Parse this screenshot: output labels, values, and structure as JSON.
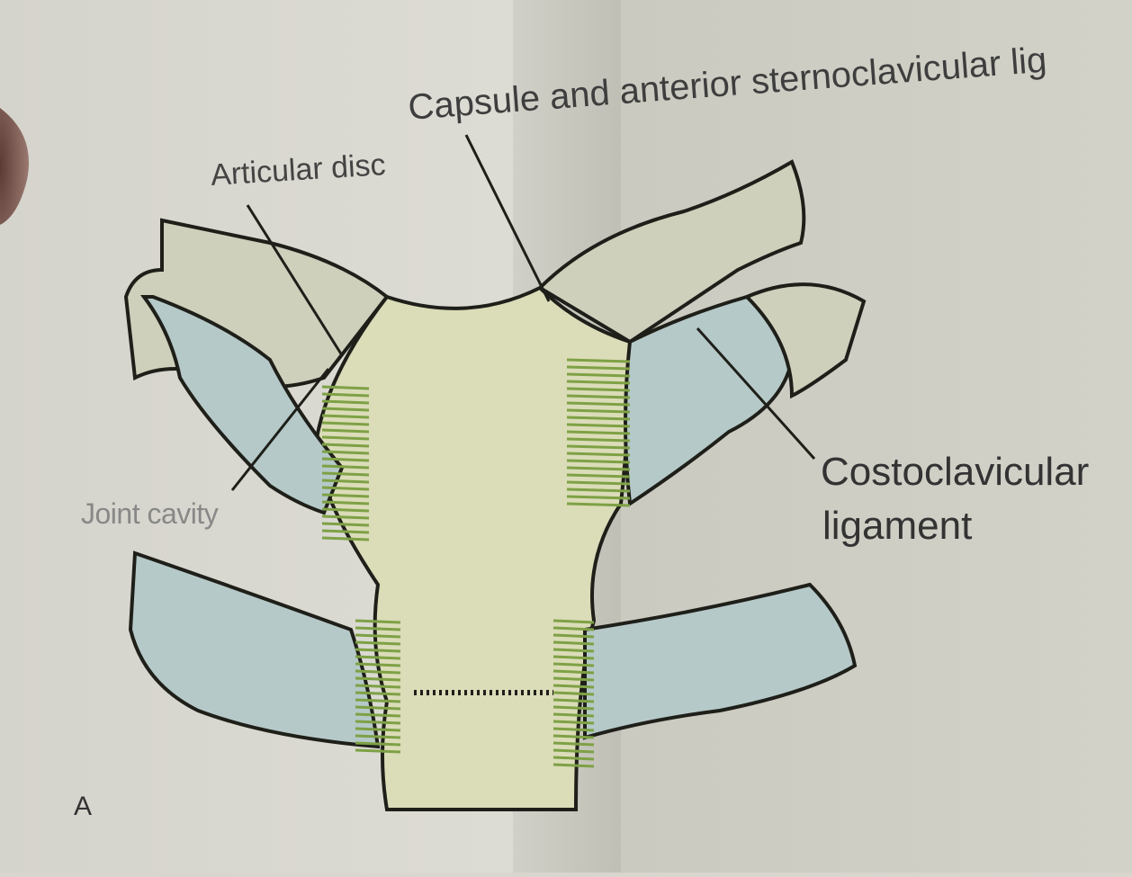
{
  "labels": {
    "capsule": "Capsule and anterior sternoclavicular lig",
    "articular_disc": "Articular disc",
    "joint_cavity": "Joint cavity",
    "costoclavicular_line1": "Costoclavicular",
    "costoclavicular_line2": "ligament",
    "panel": "A"
  },
  "colors": {
    "page_left": "#d9d8d1",
    "page_right": "#cfcfc6",
    "sternum_fill": "#dbdcb8",
    "cartilage_blue": "#b5c9c8",
    "clavicle_fill": "#cfd0bb",
    "ligament_green": "#7ea145",
    "outline": "#1f1f1a"
  }
}
